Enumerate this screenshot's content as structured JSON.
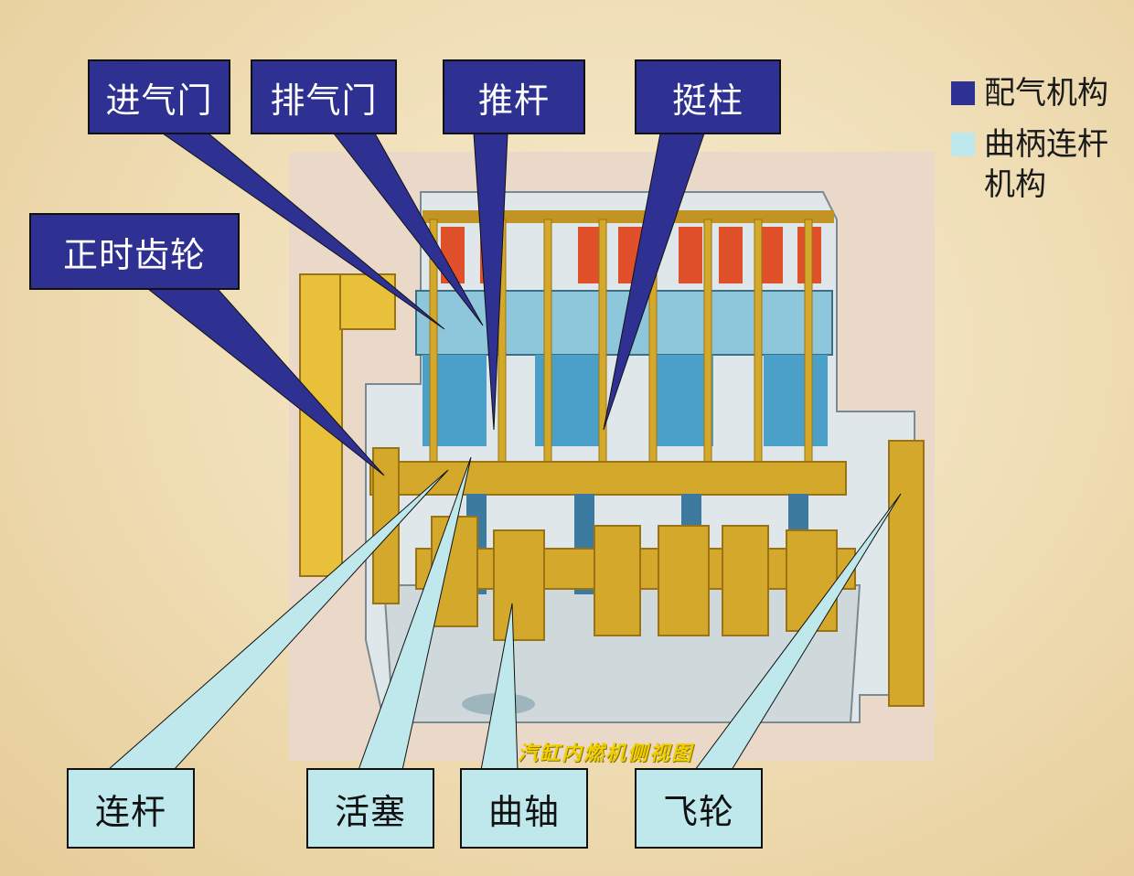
{
  "colors": {
    "valve_train": "#2e3192",
    "crank_mechanism": "#bfe8ec",
    "engine_metal": "#d4a82a",
    "engine_shade": "#9a7414",
    "coolant_blue": "#4aa0c8",
    "block_bg": "#ead8c8",
    "spring_red": "#e0502a"
  },
  "labels": {
    "intake_valve": "进气门",
    "exhaust_valve": "排气门",
    "push_rod": "推杆",
    "tappet": "挺柱",
    "timing_gear": "正时齿轮",
    "connecting_rod": "连杆",
    "piston": "活塞",
    "crankshaft": "曲轴",
    "flywheel": "飞轮"
  },
  "legend": {
    "valve_train": "配气机构",
    "crank_mechanism": "曲柄连杆机构"
  },
  "image_caption": "汽缸内燃机侧视图"
}
